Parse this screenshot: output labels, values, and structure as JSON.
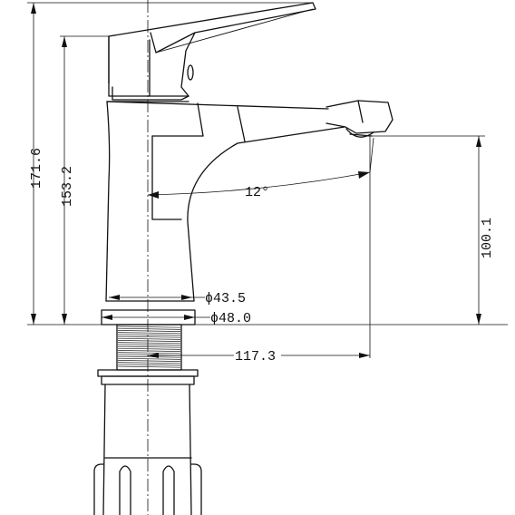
{
  "drawing": {
    "dimensions": {
      "overall_height": "171.6",
      "body_height": "153.2",
      "spout_height": "100.1",
      "spout_reach": "117.3",
      "spout_angle": "12°",
      "body_diameter": "ϕ43.5",
      "base_diameter": "ϕ48.0"
    }
  }
}
